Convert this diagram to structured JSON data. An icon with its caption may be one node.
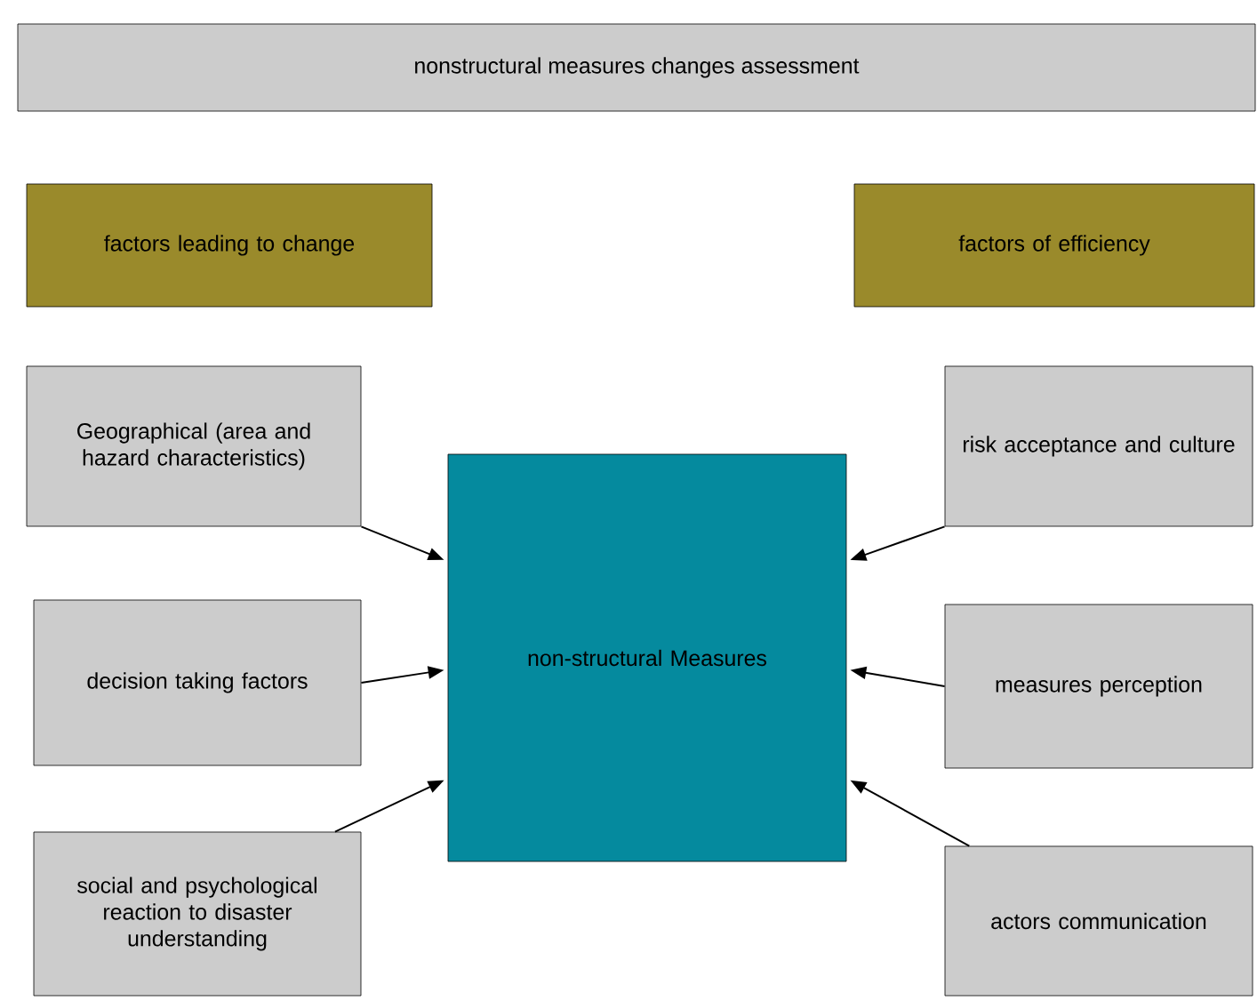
{
  "diagram": {
    "title": "nonstructural measures changes assessment",
    "nodes": [
      {
        "text": [
          "factors leading to change"
        ]
      },
      {
        "text": [
          "factors of efficiency"
        ]
      },
      {
        "text": [
          "Geographical  (area and hazard characteristics)"
        ]
      },
      {
        "text": [
          "decision taking factors"
        ]
      },
      {
        "text": [
          "social and psychological reaction to disaster understanding"
        ]
      },
      {
        "text": [
          "non-structural Measures"
        ]
      },
      {
        "text": [
          "risk acceptance and culture"
        ]
      },
      {
        "text": [
          "measures perception"
        ]
      },
      {
        "text": [
          "actors communication"
        ]
      }
    ],
    "edges": [
      {
        "from": 2,
        "to": 5,
        "arrow": "to"
      },
      {
        "from": 3,
        "to": 5,
        "arrow": "to"
      },
      {
        "from": 4,
        "to": 5,
        "arrow": "to"
      },
      {
        "from": 6,
        "to": 5,
        "arrow": "to"
      },
      {
        "from": 7,
        "to": 5,
        "arrow": "to"
      },
      {
        "from": 8,
        "to": 5,
        "arrow": "to"
      }
    ]
  }
}
